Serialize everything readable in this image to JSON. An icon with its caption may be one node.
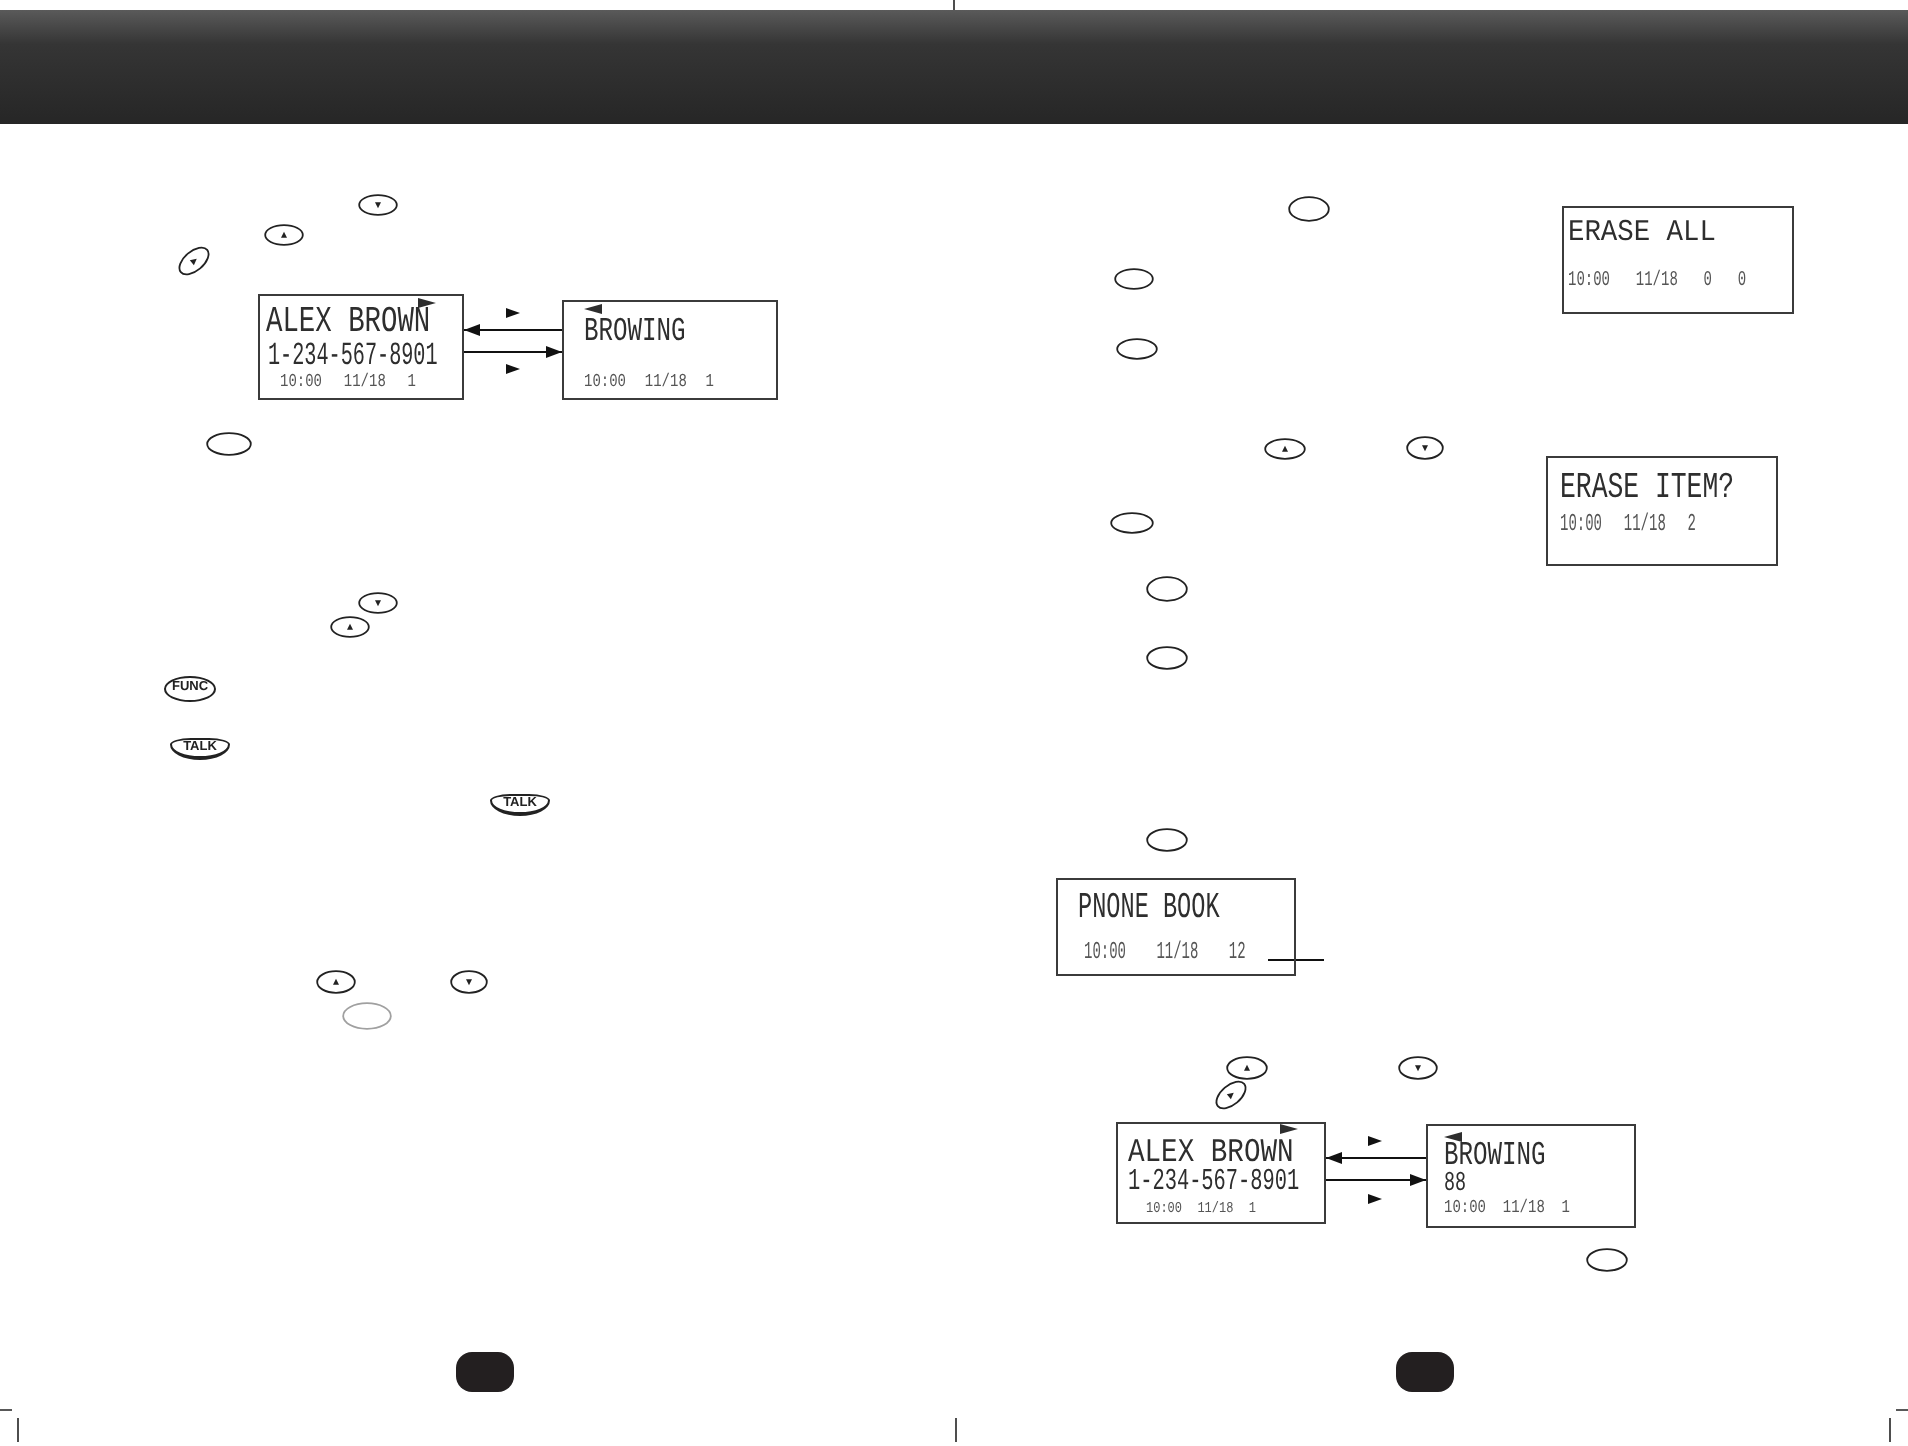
{
  "diagram": {
    "nodes": [
      {
        "text": [
          "ALEX BROWN",
          "1-234-567-8901",
          "10:00 11/18 1"
        ]
      },
      {
        "text": [
          "BROWING",
          "10:00 11/18 1"
        ]
      },
      {
        "text": [
          "ERASE ALL",
          "10:00 11/18 0 0"
        ]
      },
      {
        "text": [
          "ERASE ITEM?",
          "10:00 11/18 2"
        ]
      },
      {
        "text": [
          "PNONE BOOK",
          "10:00 11/18 12"
        ]
      },
      {
        "text": [
          "ALEX BROWN",
          "1-234-567-8901",
          "10:00 11/18 1"
        ]
      },
      {
        "text": [
          "BROWING",
          "88",
          "10:00 11/18 1"
        ]
      }
    ],
    "edges": [
      {
        "from": 1,
        "to": 0,
        "arrow": "to"
      },
      {
        "from": 0,
        "to": 1,
        "arrow": "to"
      },
      {
        "from": null,
        "to": 4,
        "arrow": "none"
      },
      {
        "from": 6,
        "to": 5,
        "arrow": "to"
      },
      {
        "from": 5,
        "to": 6,
        "arrow": "to"
      }
    ],
    "labels": [
      "FUNC",
      "TALK",
      "TALK"
    ]
  }
}
